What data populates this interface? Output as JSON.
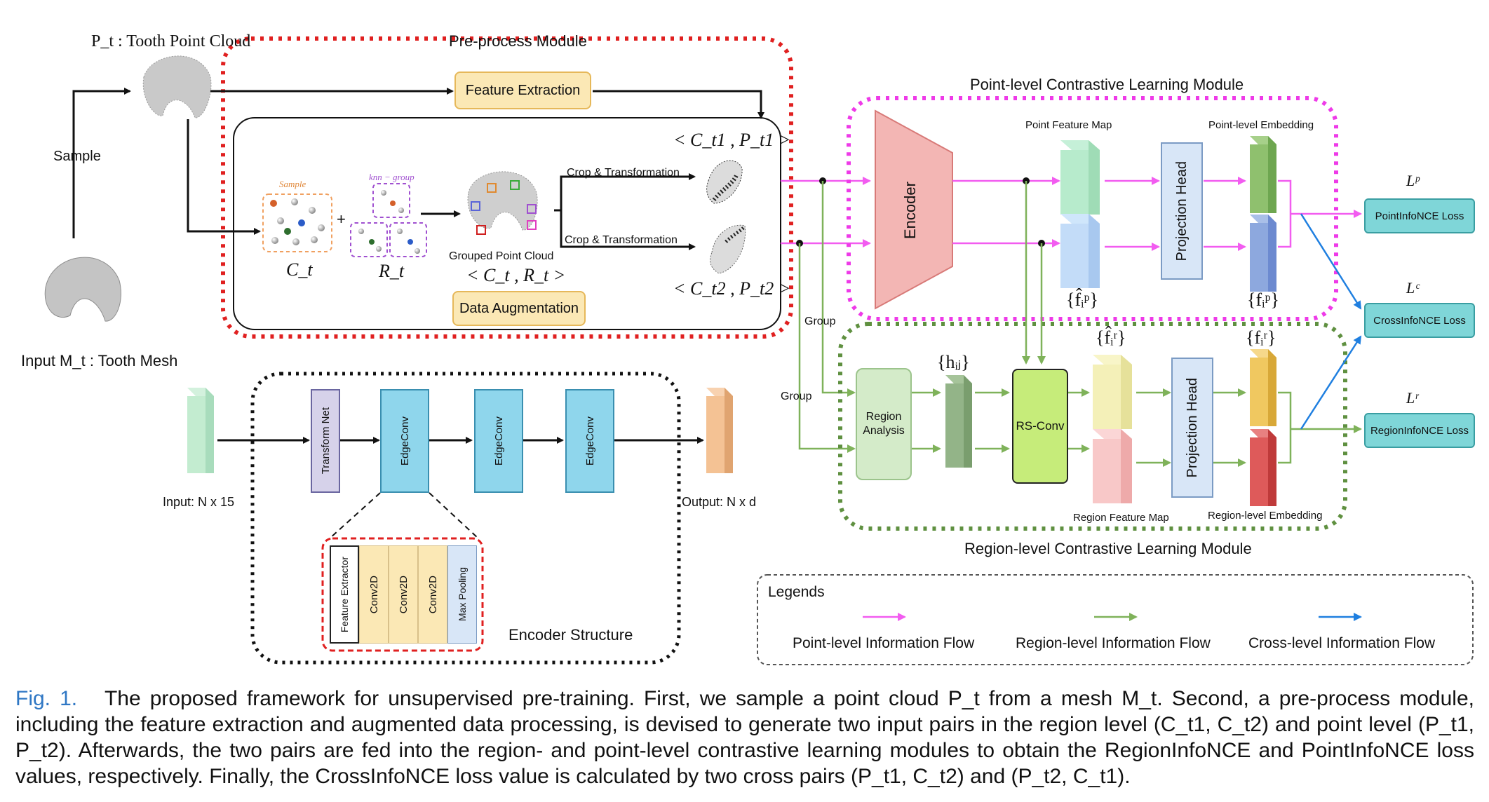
{
  "figure": {
    "point_cloud_label": "P_t : Tooth Point Cloud",
    "sample_label": "Sample",
    "input_mesh_label": "Input M_t : Tooth Mesh",
    "preprocess_title": "Pre-process Module",
    "feature_extraction": "Feature Extraction",
    "data_augmentation": "Data Augmentation",
    "sample_small": "Sample",
    "knn_group_small": "knn − group",
    "ct_label": "C_t",
    "rt_label": "R_t",
    "plus": "+",
    "grouped_point_cloud": "Grouped Point Cloud",
    "ct_rt_pair": "< C_t , R_t >",
    "crop1": "Crop & Transformation",
    "crop2": "Crop & Transformation",
    "pair1": "< C_t1 , P_t1 >",
    "pair2": "< C_t2 , P_t2 >",
    "point_module_title": "Point-level Contrastive Learning Module",
    "region_module_title": "Region-level Contrastive Learning Module",
    "encoder": "Encoder",
    "point_feature_map": "Point Feature Map",
    "point_level_embedding": "Point-level Embedding",
    "projection_head_1": "Projection Head",
    "projection_head_2": "Projection Head",
    "fhat_p": "{f̂ᵢᵖ}",
    "f_p": "{fᵢᵖ}",
    "fhat_r": "{f̂ᵢʳ}",
    "f_r": "{fᵢʳ}",
    "h_ij": "{hᵢⱼ}",
    "group1": "Group",
    "group2": "Group",
    "region_analysis": "Region Analysis",
    "rs_conv": "RS-Conv",
    "region_feature_map": "Region Feature Map",
    "region_level_embedding": "Region-level Embedding",
    "lp": "Lᵖ",
    "lc": "Lᶜ",
    "lr": "Lʳ",
    "point_loss": "PointInfoNCE Loss",
    "cross_loss": "CrossInfoNCE Loss",
    "region_loss": "RegionInfoNCE Loss",
    "input_nx15": "Input: N x 15",
    "output_nxd": "Output: N x d",
    "transform_net": "Transform Net",
    "edgeconv_1": "EdgeConv",
    "edgeconv_2": "EdgeConv",
    "edgeconv_3": "EdgeConv",
    "feature_extractor": "Feature Extractor",
    "conv2d_1": "Conv2D",
    "conv2d_2": "Conv2D",
    "conv2d_3": "Conv2D",
    "max_pooling": "Max Pooling",
    "encoder_structure": "Encoder Structure",
    "legends_title": "Legends",
    "legend_point": "Point-level Information Flow",
    "legend_region": "Region-level Information Flow",
    "legend_cross": "Cross-level Information Flow"
  },
  "colors": {
    "point_flow": "#f25cf0",
    "region_flow": "#7fb25a",
    "cross_flow": "#1f7fe0",
    "preprocess_border": "#e02020",
    "loss_box": "#7fd6d8",
    "encoder_fill": "#f3b6b4",
    "edgeconv_fill": "#8fd6ec",
    "projection_fill": "#d8e6f7",
    "rsconv_fill": "#c6ec7a",
    "region_analysis_fill": "#d4ebc9",
    "feature_box_fill": "#fbe8b5"
  },
  "caption": {
    "fig_label": "Fig. 1.",
    "text": "The proposed framework for unsupervised pre-training. First, we sample a point cloud P_t from a mesh M_t. Second, a pre-process module, including the feature extraction and augmented data processing, is devised to generate two input pairs in the region level (C_t1, C_t2) and point level (P_t1, P_t2). Afterwards, the two pairs are fed into the region- and point-level contrastive learning modules to obtain the RegionInfoNCE and PointInfoNCE loss values, respectively. Finally, the CrossInfoNCE loss value is calculated by two cross pairs (P_t1, C_t2) and (P_t2, C_t1)."
  }
}
